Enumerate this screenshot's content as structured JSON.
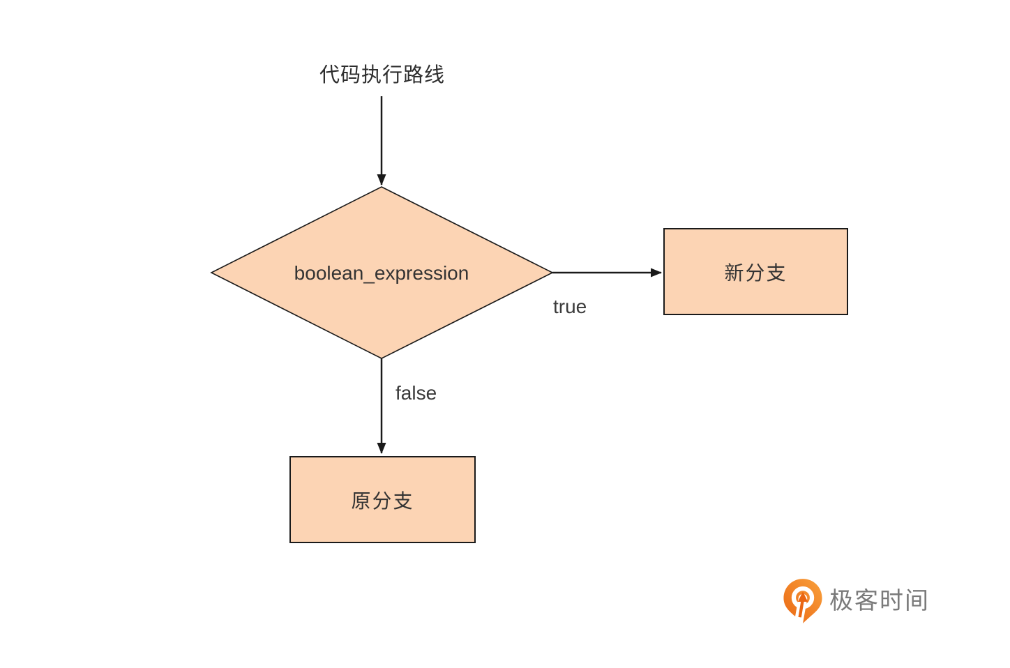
{
  "flowchart": {
    "title": "代码执行路线",
    "decision": {
      "label": "boolean_expression"
    },
    "edges": {
      "true_label": "true",
      "false_label": "false"
    },
    "nodes": {
      "new_branch": "新分支",
      "original_branch": "原分支"
    },
    "colors": {
      "node_fill": "#FCD4B4",
      "node_border": "#1a1a1a",
      "arrow": "#1a1a1a",
      "label_text": "#333333"
    }
  },
  "branding": {
    "logo_text": "极客时间",
    "logo_text_color": "#7a7a7a",
    "logo_icon": "geektime-pin-icon",
    "logo_icon_color_top": "#F9A13C",
    "logo_icon_color_bottom": "#EA6612"
  }
}
